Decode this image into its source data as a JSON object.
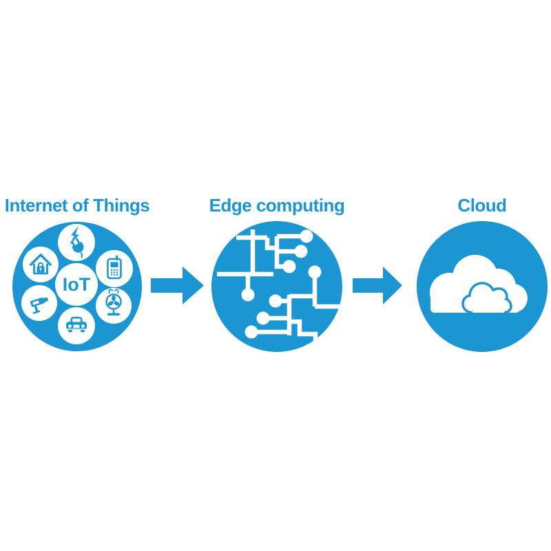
{
  "colors": {
    "brand_blue": "#1b96d3",
    "background": "#ffffff"
  },
  "diagram": {
    "stages": [
      {
        "id": "iot",
        "label": "Internet of Things",
        "center_label": "IoT",
        "icons": [
          "power-plug-icon",
          "mobile-phone-icon",
          "fan-icon",
          "car-icon",
          "cctv-camera-icon",
          "smart-home-lock-icon"
        ]
      },
      {
        "id": "edge",
        "label": "Edge computing",
        "icons": [
          "circuit-traces-icon"
        ]
      },
      {
        "id": "cloud",
        "label": "Cloud",
        "icons": [
          "cloud-icon",
          "small-cloud-outline-icon"
        ]
      }
    ],
    "arrows": [
      {
        "from": "Internet of Things",
        "to": "Edge computing"
      },
      {
        "from": "Edge computing",
        "to": "Cloud"
      }
    ]
  }
}
